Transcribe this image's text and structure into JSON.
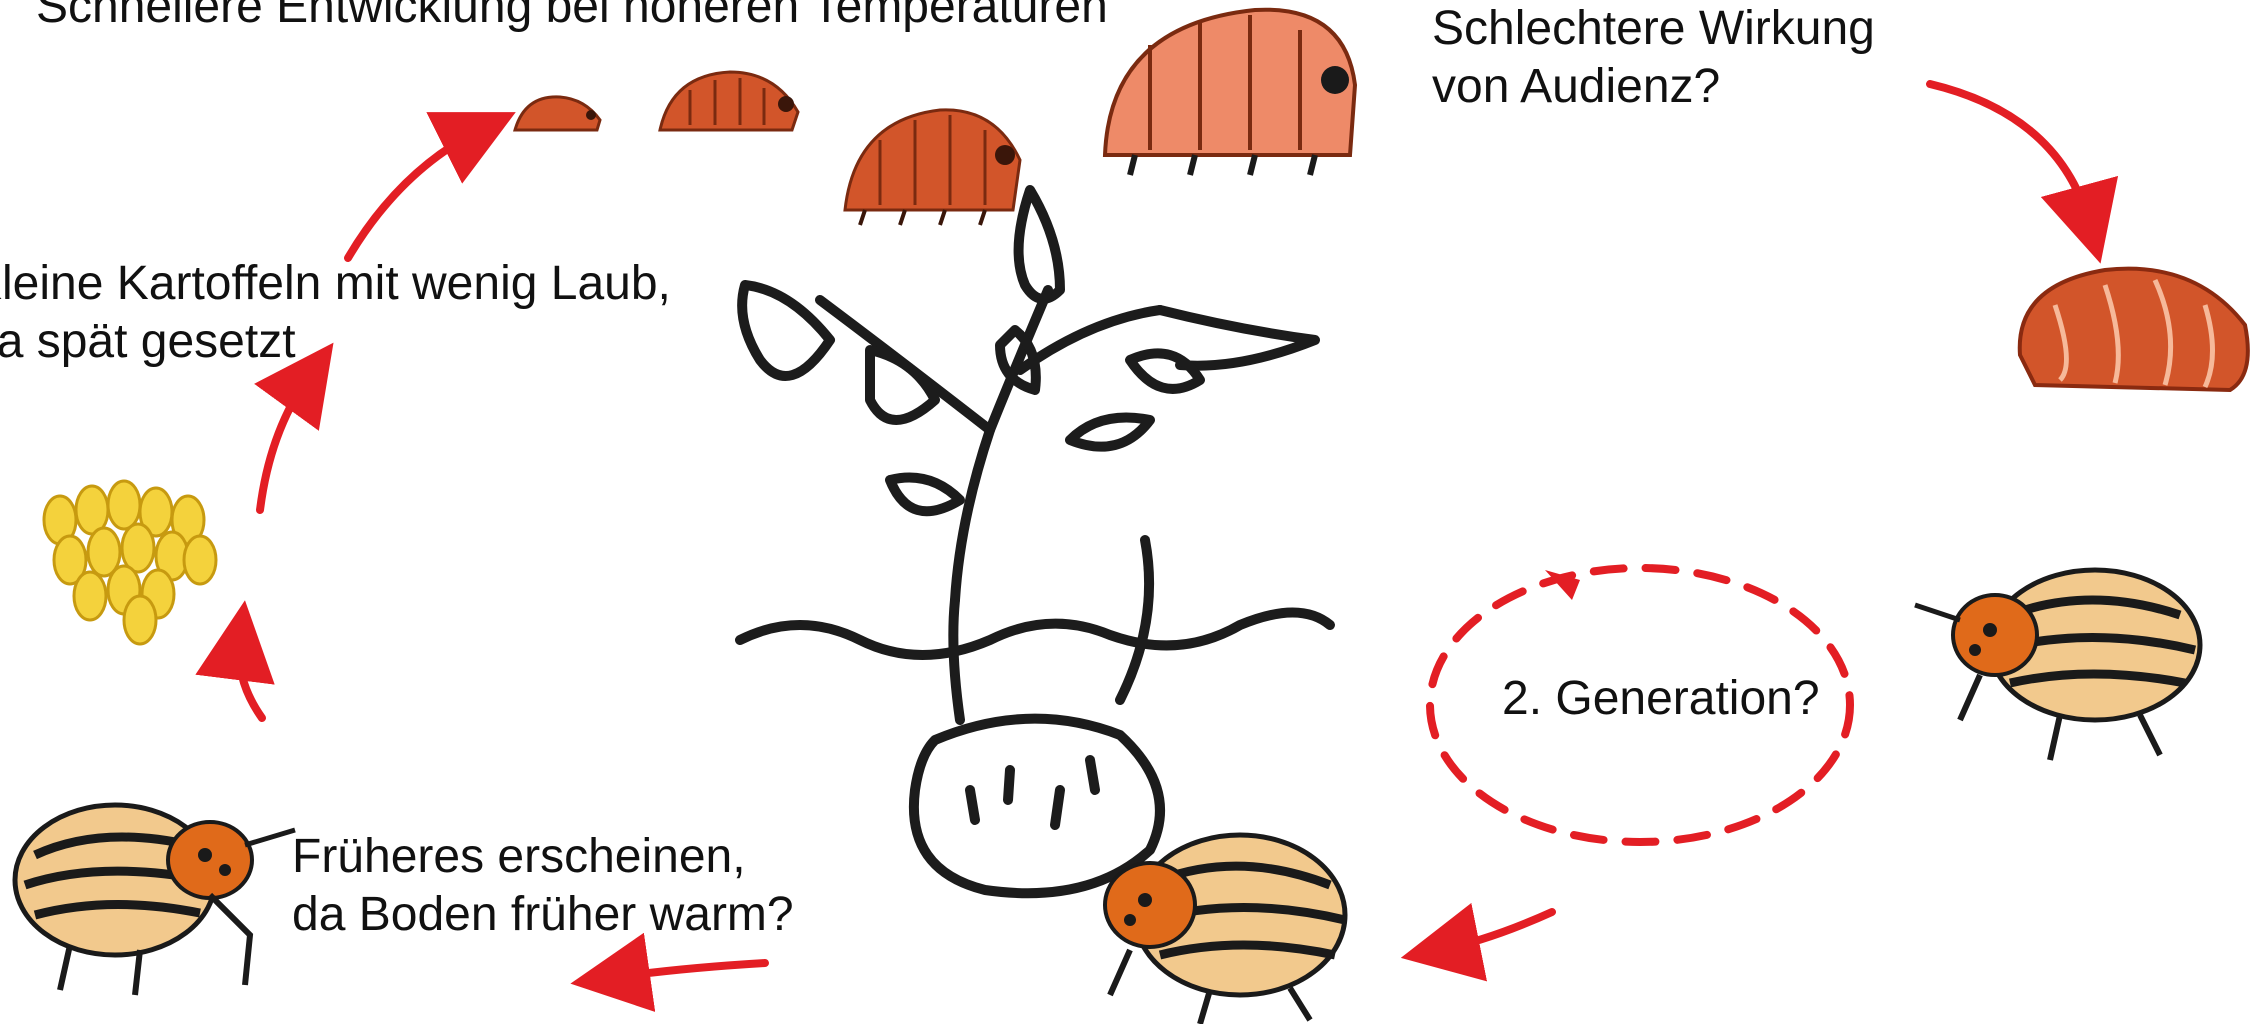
{
  "labels": {
    "temperature": "Schnellere Entwicklung bei höheren Temperaturen",
    "audienz_line1": "Schlechtere Wirkung",
    "audienz_line2": "von Audienz?",
    "kartoffeln_line1": "Kleine Kartoffeln mit wenig Laub,",
    "kartoffeln_line2": "da spät gesetzt",
    "frueher_line1": "Früheres erscheinen,",
    "frueher_line2": "da Boden früher warm?",
    "generation": "2. Generation?"
  },
  "colors": {
    "arrow": "#e31e24",
    "larva": "#d2552a",
    "larva_stripe": "#7a2a10",
    "egg": "#f4d23c",
    "egg_outline": "#c79a10",
    "beetle_body": "#f2c98d",
    "beetle_stripe": "#1a1a1a",
    "beetle_head": "#e06a1a",
    "plant_line": "#1c1c1c"
  },
  "icons": {
    "larva": "larva-icon",
    "egg_cluster": "egg-cluster-icon",
    "beetle": "colorado-beetle-icon",
    "pupa": "pupa-icon",
    "potato_plant": "potato-plant-icon"
  }
}
